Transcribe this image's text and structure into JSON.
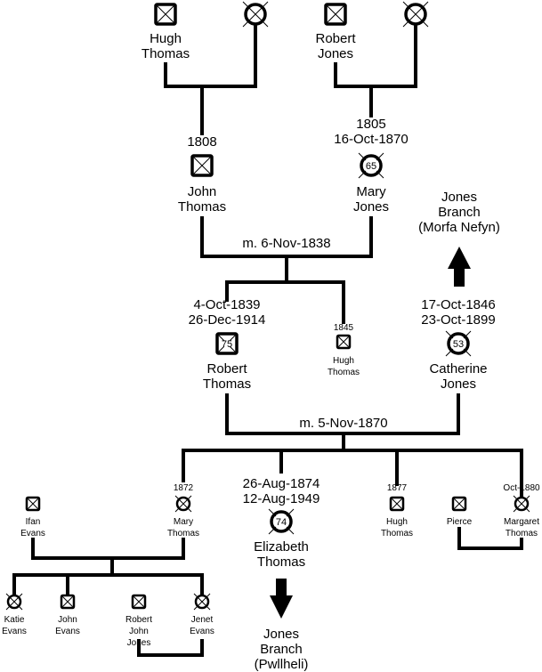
{
  "colors": {
    "line": "#000000",
    "background": "#ffffff",
    "fill": "#ffffff"
  },
  "people": [
    {
      "id": "hugh-thomas-sr",
      "sex": "male",
      "deceased": true,
      "name": [
        "Hugh",
        "Thomas"
      ],
      "dates": [],
      "age": ""
    },
    {
      "id": "wife-of-hugh",
      "sex": "female",
      "deceased": true,
      "name": [],
      "dates": [],
      "age": ""
    },
    {
      "id": "robert-jones",
      "sex": "male",
      "deceased": true,
      "name": [
        "Robert",
        "Jones"
      ],
      "dates": [],
      "age": ""
    },
    {
      "id": "wife-of-robert",
      "sex": "female",
      "deceased": true,
      "name": [],
      "dates": [],
      "age": ""
    },
    {
      "id": "john-thomas",
      "sex": "male",
      "deceased": true,
      "name": [
        "John",
        "Thomas"
      ],
      "dates": [
        "1808"
      ],
      "age": ""
    },
    {
      "id": "mary-jones",
      "sex": "female",
      "deceased": true,
      "name": [
        "Mary",
        "Jones"
      ],
      "dates": [
        "1805",
        "16-Oct-1870"
      ],
      "age": "65"
    },
    {
      "id": "robert-thomas",
      "sex": "male",
      "deceased": true,
      "name": [
        "Robert",
        "Thomas"
      ],
      "dates": [
        "4-Oct-1839",
        "26-Dec-1914"
      ],
      "age": "75"
    },
    {
      "id": "hugh-thomas-1845",
      "sex": "male",
      "deceased": true,
      "name": [
        "Hugh",
        "Thomas"
      ],
      "dates": [
        "1845"
      ],
      "age": ""
    },
    {
      "id": "catherine-jones",
      "sex": "female",
      "deceased": true,
      "name": [
        "Catherine",
        "Jones"
      ],
      "dates": [
        "17-Oct-1846",
        "23-Oct-1899"
      ],
      "age": "53"
    },
    {
      "id": "mary-thomas",
      "sex": "female",
      "deceased": true,
      "name": [
        "Mary",
        "Thomas"
      ],
      "dates": [
        "1872"
      ],
      "age": ""
    },
    {
      "id": "elizabeth-thomas",
      "sex": "female",
      "deceased": true,
      "name": [
        "Elizabeth",
        "Thomas"
      ],
      "dates": [
        "26-Aug-1874",
        "12-Aug-1949"
      ],
      "age": "74"
    },
    {
      "id": "hugh-thomas-1877",
      "sex": "male",
      "deceased": true,
      "name": [
        "Hugh",
        "Thomas"
      ],
      "dates": [
        "1877"
      ],
      "age": ""
    },
    {
      "id": "pierce",
      "sex": "male",
      "deceased": true,
      "name": [
        "Pierce"
      ],
      "dates": [],
      "age": ""
    },
    {
      "id": "margaret-thomas",
      "sex": "female",
      "deceased": true,
      "name": [
        "Margaret",
        "Thomas"
      ],
      "dates": [
        "Oct-1880"
      ],
      "age": ""
    },
    {
      "id": "ifan-evans",
      "sex": "male",
      "deceased": true,
      "name": [
        "Ifan",
        "Evans"
      ],
      "dates": [],
      "age": ""
    },
    {
      "id": "katie-evans",
      "sex": "female",
      "deceased": true,
      "name": [
        "Katie",
        "Evans"
      ],
      "dates": [],
      "age": ""
    },
    {
      "id": "john-evans",
      "sex": "male",
      "deceased": true,
      "name": [
        "John",
        "Evans"
      ],
      "dates": [],
      "age": ""
    },
    {
      "id": "robert-john-jones",
      "sex": "male",
      "deceased": true,
      "name": [
        "Robert",
        "John",
        "Jones"
      ],
      "dates": [],
      "age": ""
    },
    {
      "id": "jenet-evans",
      "sex": "female",
      "deceased": true,
      "name": [
        "Jenet",
        "Evans"
      ],
      "dates": [],
      "age": ""
    }
  ],
  "marriages": [
    {
      "label": "m. 6-Nov-1838"
    },
    {
      "label": "m. 5-Nov-1870"
    }
  ],
  "branches": [
    {
      "id": "morfa-nefyn",
      "direction": "up",
      "label": [
        "Jones",
        "Branch",
        "(Morfa Nefyn)"
      ]
    },
    {
      "id": "pwllheli",
      "direction": "down",
      "label": [
        "Jones",
        "Branch",
        "(Pwllheli)"
      ]
    }
  ]
}
